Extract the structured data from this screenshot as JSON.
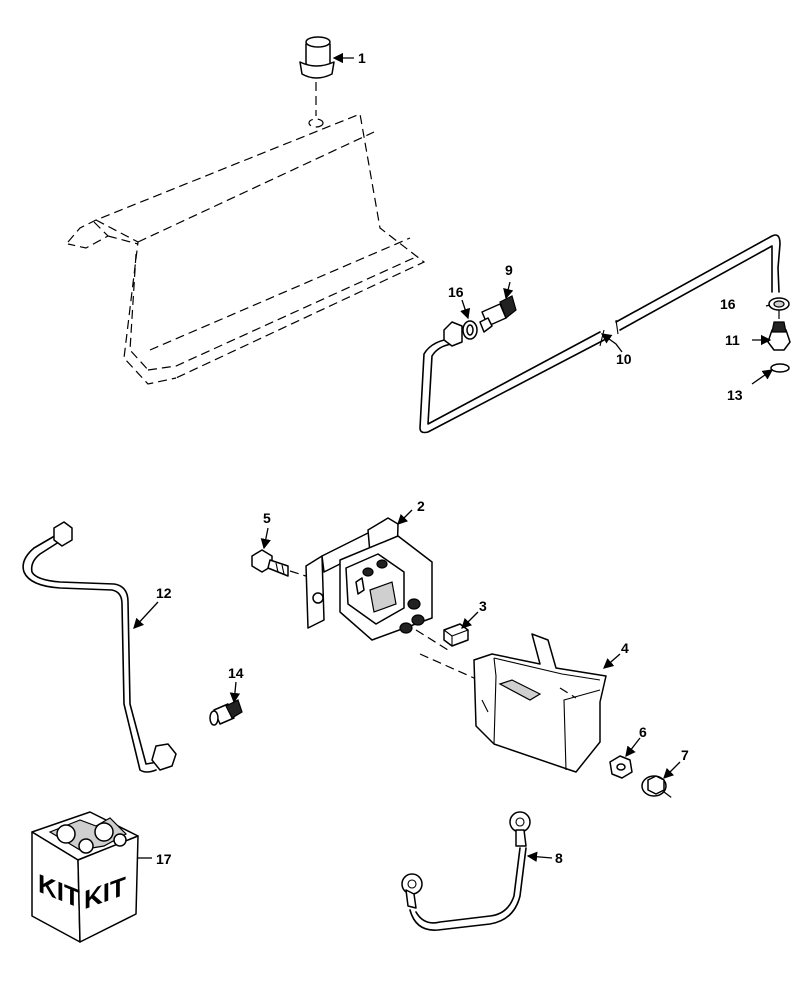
{
  "callouts": {
    "c1": "1",
    "c2": "2",
    "c3": "3",
    "c4": "4",
    "c5": "5",
    "c6": "6",
    "c7": "7",
    "c8": "8",
    "c9": "9",
    "c10": "10",
    "c11": "11",
    "c12": "12",
    "c13": "13",
    "c14": "14",
    "c16a": "16",
    "c16b": "16",
    "c17": "17"
  },
  "kit": {
    "left_label": "KIT",
    "right_label": "KIT"
  }
}
